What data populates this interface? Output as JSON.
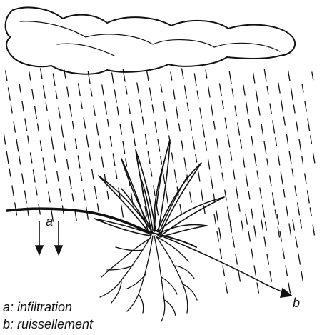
{
  "diagram": {
    "arrow_label_a": "a",
    "arrow_label_b": "b",
    "legend": [
      "a: infiltration",
      "b: ruissellement"
    ]
  }
}
